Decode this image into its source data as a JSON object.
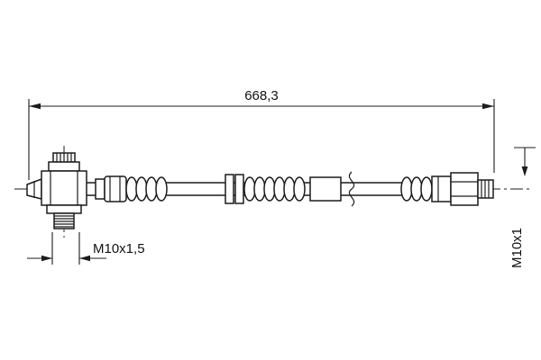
{
  "drawing": {
    "type": "technical-drawing-brake-hose",
    "dimensions": {
      "overall_length_label": "668,3",
      "left_thread_label": "M10x1,5",
      "right_thread_label": "M10x1"
    },
    "colors": {
      "line": "#1c1c1c",
      "background": "#ffffff"
    }
  }
}
